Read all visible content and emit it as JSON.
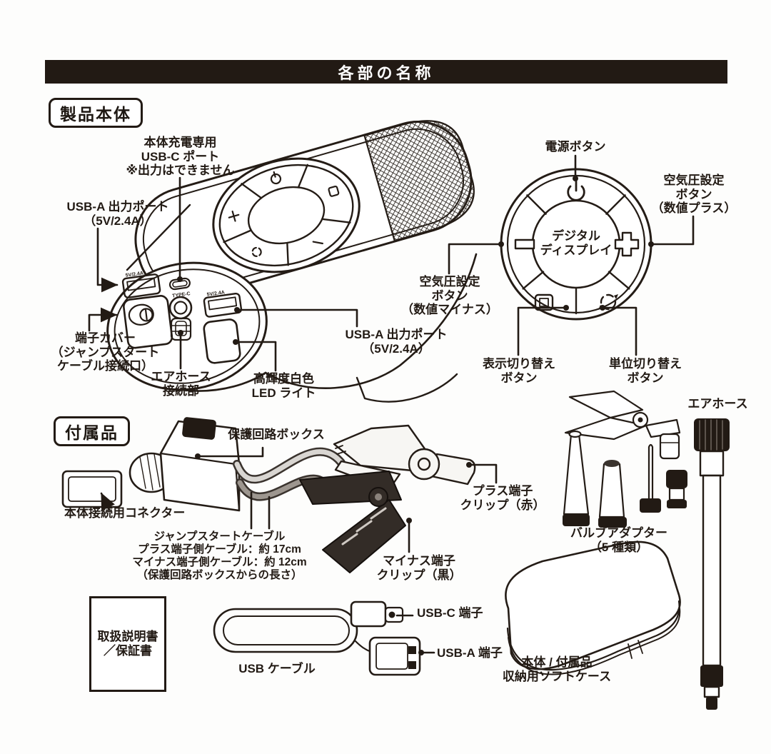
{
  "title": "各部の名称",
  "sections": {
    "product": "製品本体",
    "accessories": "付属品"
  },
  "product_labels": {
    "usb_c_port": "本体充電専用\nUSB-C ポート\n※出力はできません",
    "usb_a_left": "USB-A 出力ポート\n（5V/2.4A）",
    "terminal_cover": "端子カバー\n（ジャンプスタート\nケーブル接続口）",
    "air_hose_port": "エアホース\n接続部",
    "usb_a_right": "USB-A 出力ポート\n（5V/2.4A）",
    "led_light": "高輝度白色\nLED ライト",
    "power_button": "電源ボタン",
    "pressure_plus": "空気圧設定\nボタン\n（数値プラス）",
    "pressure_minus": "空気圧設定\nボタン\n（数値マイナス）",
    "digital_display": "デジタル\nディスプレイ",
    "display_switch": "表示切り替え\nボタン",
    "unit_switch": "単位切り替え\nボタン",
    "port_mark_usb_a": "5V/2.4A",
    "port_mark_usb_c": "TYPE-C"
  },
  "accessory_labels": {
    "protection_box": "保護回路ボックス",
    "body_connector": "本体接続用コネクター",
    "jump_cable": "ジャンプスタートケーブル\nプラス端子側ケーブル：約 17cm\nマイナス端子側ケーブル：約 12cm\n（保護回路ボックスからの長さ）",
    "plus_clip": "プラス端子\nクリップ（赤）",
    "minus_clip": "マイナス端子\nクリップ（黒）",
    "air_hose": "エアホース",
    "valve_adapter": "バルブアダプター\n（5 種類）",
    "manual": "取扱説明書\n／保証書",
    "usb_cable": "USB ケーブル",
    "usb_c_plug": "USB-C 端子",
    "usb_a_plug": "USB-A 端子",
    "soft_case": "本体 / 付属品\n収納用ソフトケース"
  },
  "colors": {
    "ink": "#221a14",
    "title_bg": "#221a14",
    "title_fg": "#ffffff",
    "paper": "#fdfdfc"
  }
}
